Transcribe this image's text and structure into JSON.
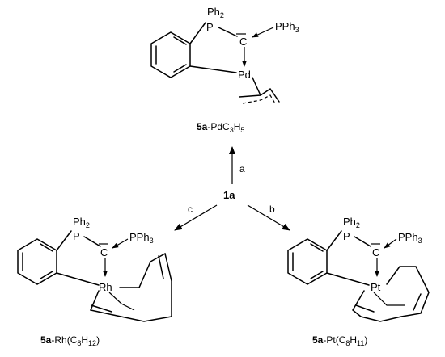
{
  "center": {
    "label": "1a"
  },
  "arrows": {
    "a": "a",
    "b": "b",
    "c": "c"
  },
  "atoms": {
    "p": "P",
    "ph": "Ph",
    "two": "2",
    "pph3": "PPh",
    "three": "3",
    "c": "C",
    "pd": "Pd",
    "rh": "Rh",
    "pt": "Pt"
  },
  "captions": {
    "top": {
      "bold": "5a",
      "text": "-PdC",
      "s1": "3",
      "h": "H",
      "s2": "5",
      "close": ""
    },
    "left": {
      "bold": "5a",
      "text": "-Rh(C",
      "s1": "8",
      "h": "H",
      "s2": "12",
      "close": ")"
    },
    "right": {
      "bold": "5a",
      "text": "-Pt(C",
      "s1": "8",
      "h": "H",
      "s2": "11",
      "close": ")"
    }
  }
}
